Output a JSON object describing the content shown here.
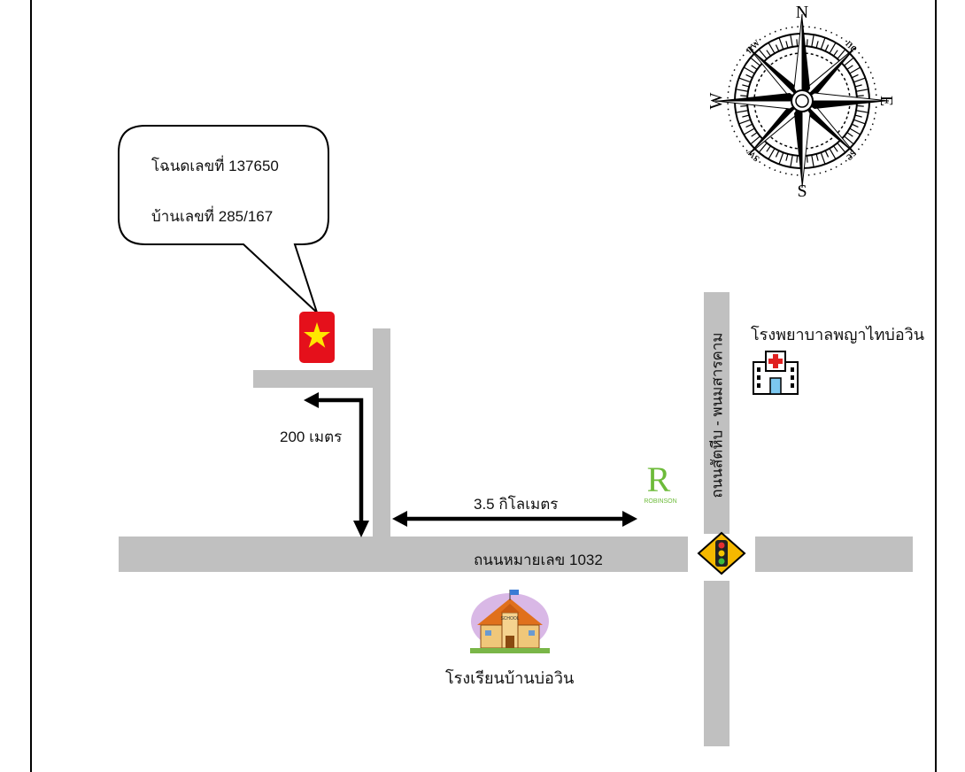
{
  "callout": {
    "deed_label": "โฉนดเลขที่ 137650",
    "house_label": "บ้านเลขที่ 285/167"
  },
  "distances": {
    "short": "200 เมตร",
    "long": "3.5 กิโลเมตร"
  },
  "roads": {
    "main_road": "ถนนหมายเลข 1032",
    "cross_road": "ถนนสัตหีบ - พนมสารคาม"
  },
  "landmarks": {
    "hospital": "โรงพยาบาลพญาไทบ่อวิน",
    "school": "โรงเรียนบ้านบ่อวิน",
    "mall_logo_text": "ROBINSON",
    "mall_logo_letter": "R",
    "school_sign_text": "SCHOOL"
  },
  "compass": {
    "n": "N",
    "s": "S",
    "e": "E",
    "w": "W",
    "ne": "ne",
    "nw": "nw",
    "se": "se",
    "sw": "sw"
  },
  "colors": {
    "road": "#c0c0c0",
    "marker_red": "#e5101b",
    "marker_star": "#ffe600",
    "traffic_sign": "#f5b800",
    "hospital_red": "#e02020",
    "mall_green": "#6dbb3a"
  }
}
